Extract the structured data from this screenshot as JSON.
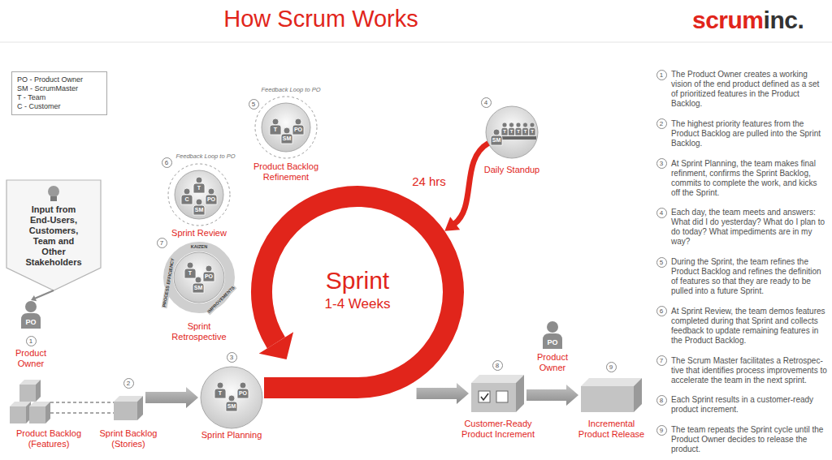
{
  "diagram": {
    "title": "How Scrum Works",
    "nodes": [
      {
        "text": [
          "PO - Product Owner",
          "SM - ScrumMaster",
          "T - Team",
          "C - Customer"
        ]
      },
      {
        "text": [
          "Product Backlog Refinement"
        ]
      },
      {
        "text": [
          "Daily Standup"
        ]
      },
      {
        "text": [
          "Sprint Review"
        ]
      },
      {
        "text": [
          "Input from End-Users, Customers, Team and Other Stakeholders"
        ]
      },
      {
        "text": [
          "Sprint Retrospective"
        ]
      },
      {
        "text": [
          "Sprint",
          "1-4 Weeks"
        ]
      },
      {
        "text": [
          "PO",
          "Product Owner"
        ]
      },
      {
        "text": [
          "Product Backlog (Features)"
        ]
      },
      {
        "text": [
          "Sprint Backlog (Stories)"
        ]
      },
      {
        "text": [
          "Sprint Planning"
        ]
      },
      {
        "text": [
          "Customer-Ready Product Increment"
        ]
      },
      {
        "text": [
          "PO",
          "Product Owner"
        ]
      },
      {
        "text": [
          "Incremental Product Release"
        ]
      }
    ],
    "edges": [
      {
        "from": 4,
        "to": 7,
        "arrow": "to"
      },
      {
        "from": 8,
        "to": 9,
        "arrow": "none"
      },
      {
        "from": 9,
        "to": 10,
        "arrow": "to"
      },
      {
        "from": 6,
        "to": 11,
        "arrow": "to"
      },
      {
        "from": 11,
        "to": 13,
        "arrow": "to"
      },
      {
        "from": 2,
        "to": 6,
        "label": "24 hrs",
        "arrow": "to"
      }
    ],
    "labels": [
      "scrum",
      "inc.",
      "1",
      "2",
      "3",
      "4",
      "5",
      "6",
      "7",
      "8",
      "9",
      "Feedback Loop to PO",
      "Feedback Loop to PO",
      "KAIZEN",
      "PROCESS EFFICIENCY",
      "IMPROVEMENTS",
      "T",
      "SM",
      "PO",
      "SM",
      "T",
      "T",
      "T",
      "T",
      "T",
      "T",
      "C",
      "SM",
      "PO",
      "T",
      "PO",
      "SM",
      "T",
      "PO",
      "SM",
      "1",
      "The Product Owner creates a working vision of the end product defined as a set of prioritized features in the Product Backlog.",
      "2",
      "The highest priority features from the Product Backlog are pulled into the Sprint Backlog.",
      "3",
      "At Sprint Planning, the team makes final refinment, confirms the Sprint Backlog, commits to complete the work, and kicks off the Sprint.",
      "4",
      "Each day, the team meets and answers: What did I do yesterday? What do I plan to do today? What impediments are in my way?",
      "5",
      "During the Sprint, the team refines the Product Backlog and refines the definition of features so that they are ready to be pulled into a future Sprint.",
      "6",
      "At Sprint Review, the team demos features completed during that Sprint and collects feedback to update remaining features in the Product Backlog.",
      "7",
      "The Scrum Master facilitates a Retrospec- tive that identifies process improvements to accelerate the team in the next sprint.",
      "8",
      "Each Sprint results in a customer-ready product increment.",
      "9",
      "The team repeats the Sprint cycle until the Product Owner decides to release the product."
    ]
  }
}
